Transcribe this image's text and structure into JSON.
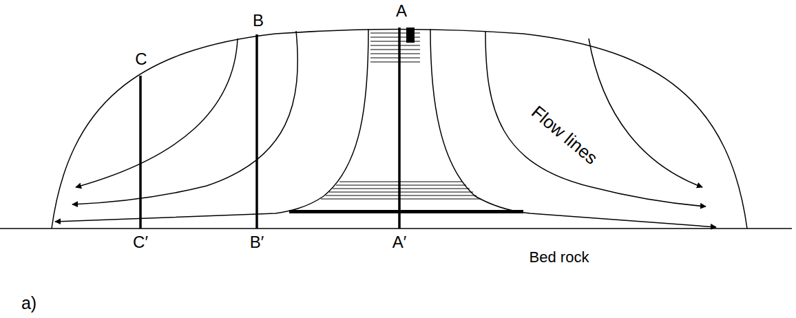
{
  "diagram": {
    "labels": [
      "B",
      "A",
      "C",
      "Flow lines",
      "C′",
      "B′",
      "A′",
      "Bed rock",
      "a)"
    ]
  }
}
